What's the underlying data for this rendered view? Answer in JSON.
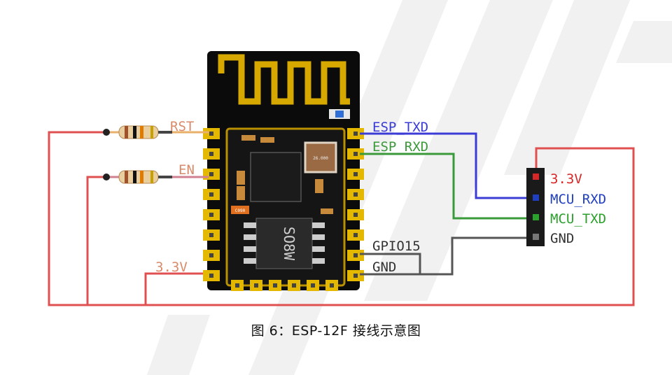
{
  "module": {
    "left_pins": {
      "rst": "RST",
      "en": "EN",
      "vcc": "3.3V"
    },
    "right_pins": {
      "txd": "ESP_TXD",
      "rxd": "ESP_RXD",
      "gpio15": "GPIO15",
      "gnd": "GND"
    },
    "chip_marking": "SO8W",
    "crystal_marking": "26.000",
    "smd_marking": "C090"
  },
  "header": {
    "pins": [
      "3.3V",
      "MCU_RXD",
      "MCU_TXD",
      "GND"
    ],
    "pin_colors": [
      "#d62728",
      "#1f3fbf",
      "#2ca02c",
      "#333333"
    ]
  },
  "wires": {
    "power_color": "#e05050",
    "txd_color": "#3b3bd6",
    "rxd_color": "#3a9a3a",
    "gnd_color": "#555555",
    "label_color": "#d98a6a"
  },
  "caption": "图 6：ESP-12F 接线示意图"
}
